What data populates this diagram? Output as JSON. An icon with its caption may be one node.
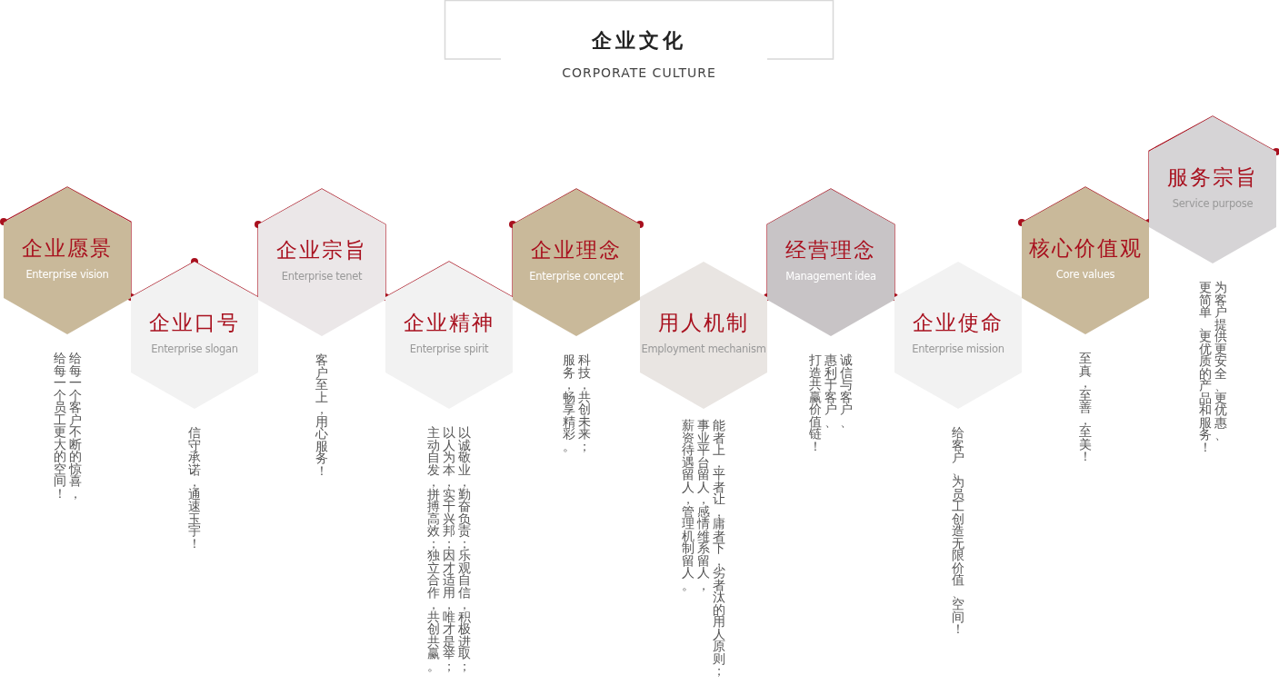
{
  "diagram": {
    "title": "企业文化",
    "nodes": [
      {
        "text": [
          "企业愿景",
          "Enterprise vision"
        ],
        "beside": [
          "给每一个客户不断的惊喜，给每一个员工更大的空间！"
        ]
      },
      {
        "text": [
          "企业口号",
          "Enterprise slogan"
        ],
        "beside": [
          "信守承诺，通速玉宇！"
        ]
      },
      {
        "text": [
          "企业宗旨",
          "Enterprise tenet"
        ],
        "beside": [
          "客户至上，用心服务！"
        ]
      },
      {
        "text": [
          "企业精神",
          "Enterprise spirit"
        ],
        "beside": [
          "以诚敬业，勤奋负责；乐观自信，积极进取；以人为本，实干兴邦；因才适用，唯才是举；主动自发，拼搏高效；独立合作，共创共赢。"
        ]
      },
      {
        "text": [
          "企业理念",
          "Enterprise concept"
        ],
        "beside": [
          "科技，共创未来；服务，畅享精彩。"
        ]
      },
      {
        "text": [
          "用人机制",
          "Employment mechanism"
        ],
        "beside": [
          "能者上，平者让，庸者下，劣者汰的用人原则；事业平台留人，感情维系留人，薪资待遇留人，管理机制留人。"
        ]
      },
      {
        "text": [
          "经营理念",
          "Management idea"
        ],
        "beside": [
          "诚信与客户、惠利于客户、打造共赢价值链！"
        ]
      },
      {
        "text": [
          "企业使命",
          "Enterprise mission"
        ],
        "beside": [
          "给客户、为员工创造无限价值、空间！"
        ]
      },
      {
        "text": [
          "核心价值观",
          "Core values"
        ],
        "beside": [
          "至真，至善，至美！"
        ]
      },
      {
        "text": [
          "服务宗旨",
          "Service purpose"
        ],
        "beside": [
          "为客户提供更安全、更优惠、更简单、更优质的产品和服务！"
        ]
      }
    ],
    "labels": [
      "CORPORATE CULTURE"
    ]
  }
}
